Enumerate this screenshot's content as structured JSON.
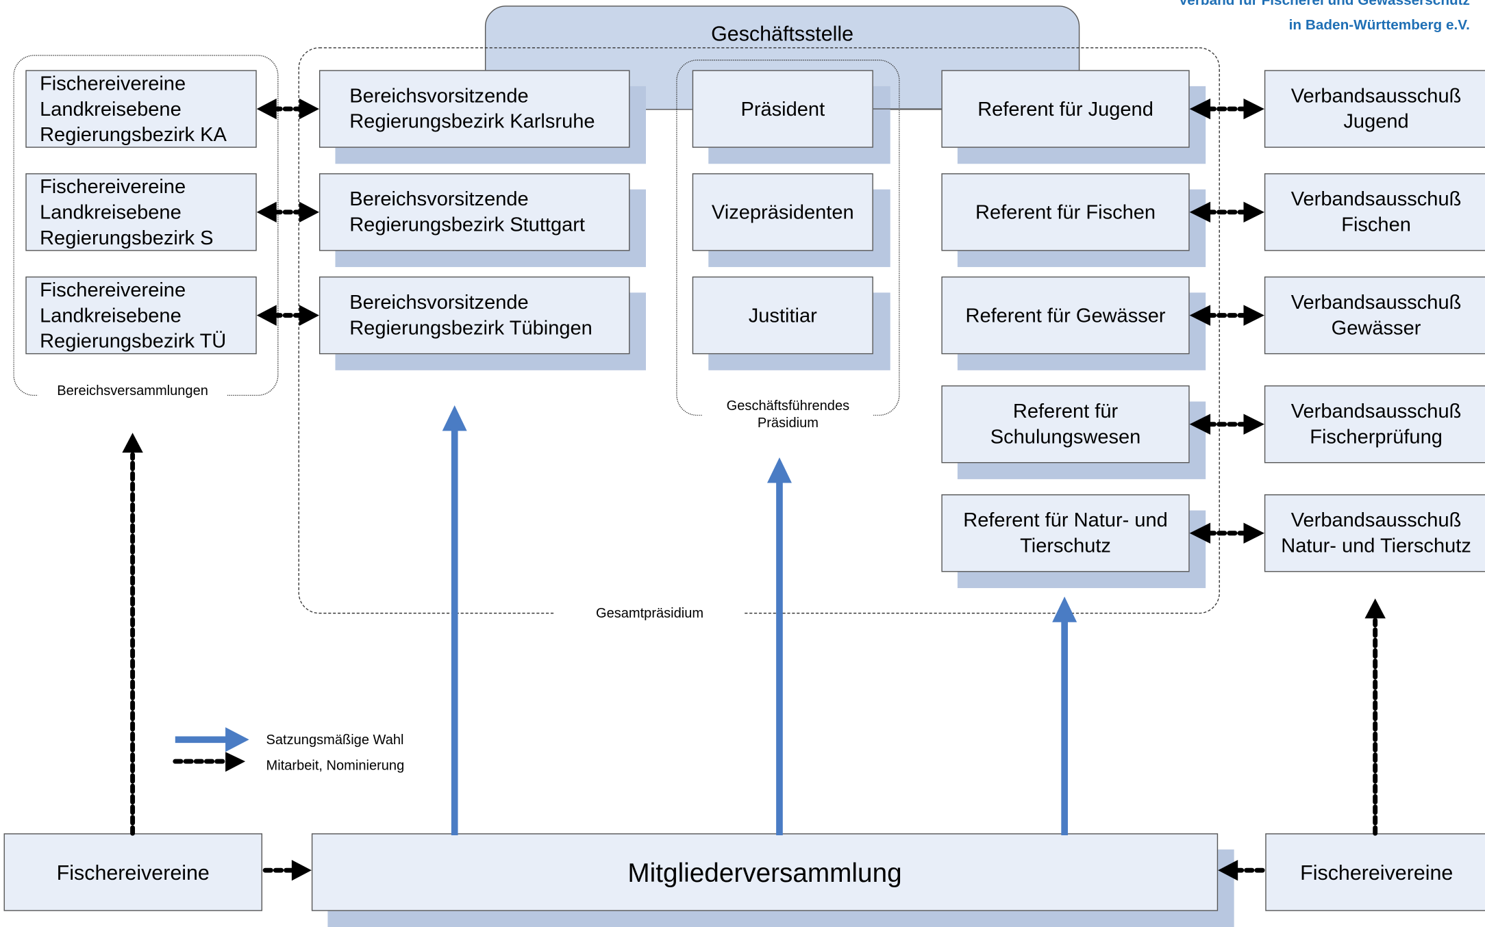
{
  "logo": {
    "lines": "Verband für Fischerei und Gewässerschutz\nin Baden-Württemberg e.V."
  },
  "geschaeftsstelle": {
    "label": "Geschäftsstelle"
  },
  "left_column": [
    {
      "label": "Fischereivereine\nLandkreisebene\nRegierungsbezirk KA"
    },
    {
      "label": "Fischereivereine\nLandkreisebene\nRegierungsbezirk S"
    },
    {
      "label": "Fischereivereine\nLandkreisebene\nRegierungsbezirk TÜ"
    }
  ],
  "bereichsvorsitzende": [
    {
      "label": "Bereichsvorsitzende\nRegierungsbezirk Karlsruhe"
    },
    {
      "label": "Bereichsvorsitzende\nRegierungsbezirk Stuttgart"
    },
    {
      "label": "Bereichsvorsitzende\nRegierungsbezirk Tübingen"
    }
  ],
  "praesidium": [
    {
      "label": "Präsident"
    },
    {
      "label": "Vizepräsidenten"
    },
    {
      "label": "Justitiar"
    }
  ],
  "referenten": [
    {
      "label": "Referent für Jugend"
    },
    {
      "label": "Referent für Fischen"
    },
    {
      "label": "Referent für Gewässer"
    },
    {
      "label": "Referent für\nSchulungswesen"
    },
    {
      "label": "Referent für Natur- und\nTierschutz"
    }
  ],
  "ausschuesse": [
    {
      "label": "Verbandsausschuß\nJugend"
    },
    {
      "label": "Verbandsausschuß\nFischen"
    },
    {
      "label": "Verbandsausschuß\nGewässer"
    },
    {
      "label": "Verbandsausschuß\nFischerprüfung"
    },
    {
      "label": "Verbandsausschuß\nNatur- und Tierschutz"
    }
  ],
  "groups": {
    "bereichsversammlungen": "Bereichsversammlungen",
    "geschaeftsfuehrendes": "Geschäftsführendes\nPräsidium",
    "gesamtpraesidium": "Gesamtpräsidium"
  },
  "bottom": {
    "left": "Fischereivereine",
    "center": "Mitgliederversammlung",
    "right": "Fischereivereine"
  },
  "legend": {
    "solid": "Satzungsmäßige Wahl",
    "dotted": "Mitarbeit, Nominierung"
  },
  "colors": {
    "box_fill": "#e8eef8",
    "box_shadow": "#b8c7e0",
    "tab_fill": "#c9d6ea",
    "election_arrow": "#4a7cc4",
    "logo_text": "#1f6fb5"
  }
}
